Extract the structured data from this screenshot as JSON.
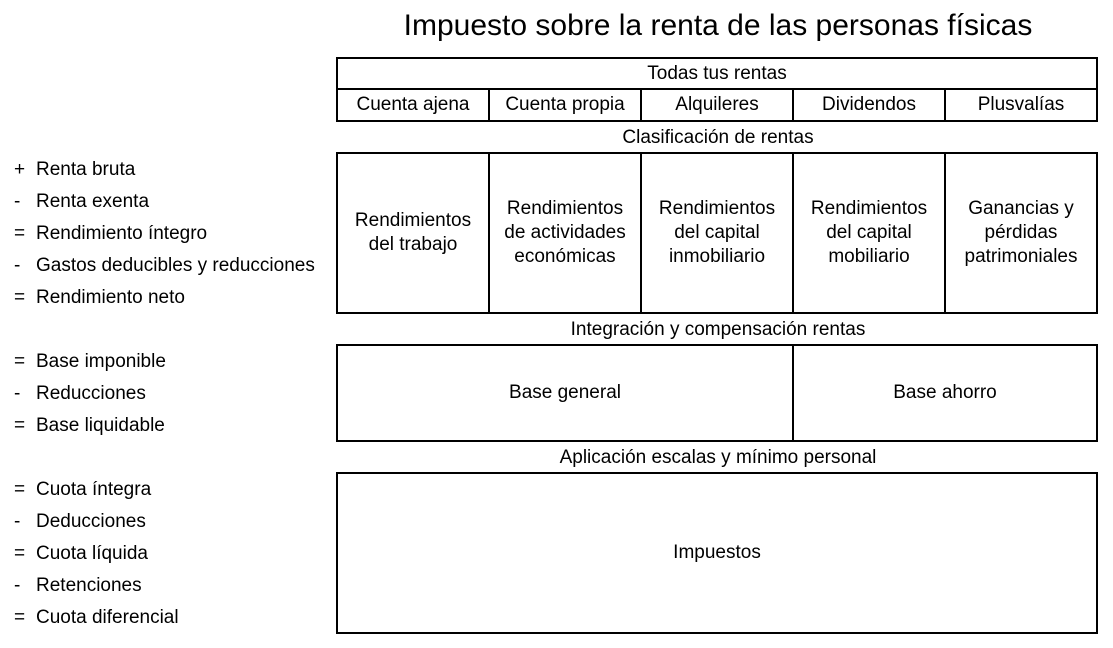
{
  "title": "Impuesto sobre la renta de las personas físicas",
  "income_header": "Todas tus rentas",
  "income_sources": [
    "Cuenta ajena",
    "Cuenta propia",
    "Alquileres",
    "Dividendos",
    "Plusvalías"
  ],
  "classification_label": "Clasificación de rentas",
  "classification_categories": [
    "Rendimientos\ndel trabajo",
    "Rendimientos\nde actividades\neconómicas",
    "Rendimientos\ndel capital\ninmobiliario",
    "Rendimientos\ndel capital\nmobiliario",
    "Ganancias y\npérdidas\npatrimoniales"
  ],
  "integration_label": "Integración y compensación rentas",
  "bases": [
    "Base general",
    "Base ahorro"
  ],
  "application_label": "Aplicación escalas y mínimo personal",
  "taxes_box": "Impuestos",
  "steps_group1": [
    {
      "op": "+",
      "label": "Renta bruta"
    },
    {
      "op": "-",
      "label": "Renta exenta"
    },
    {
      "op": "=",
      "label": "Rendimiento íntegro"
    },
    {
      "op": "-",
      "label": "Gastos deducibles y reducciones"
    },
    {
      "op": "=",
      "label": "Rendimiento neto"
    }
  ],
  "steps_group2": [
    {
      "op": "=",
      "label": "Base imponible"
    },
    {
      "op": "-",
      "label": "Reducciones"
    },
    {
      "op": "=",
      "label": "Base liquidable"
    }
  ],
  "steps_group3": [
    {
      "op": "=",
      "label": "Cuota íntegra"
    },
    {
      "op": "-",
      "label": "Deducciones"
    },
    {
      "op": "=",
      "label": "Cuota líquida"
    },
    {
      "op": "-",
      "label": "Retenciones"
    },
    {
      "op": "=",
      "label": "Cuota diferencial"
    }
  ]
}
